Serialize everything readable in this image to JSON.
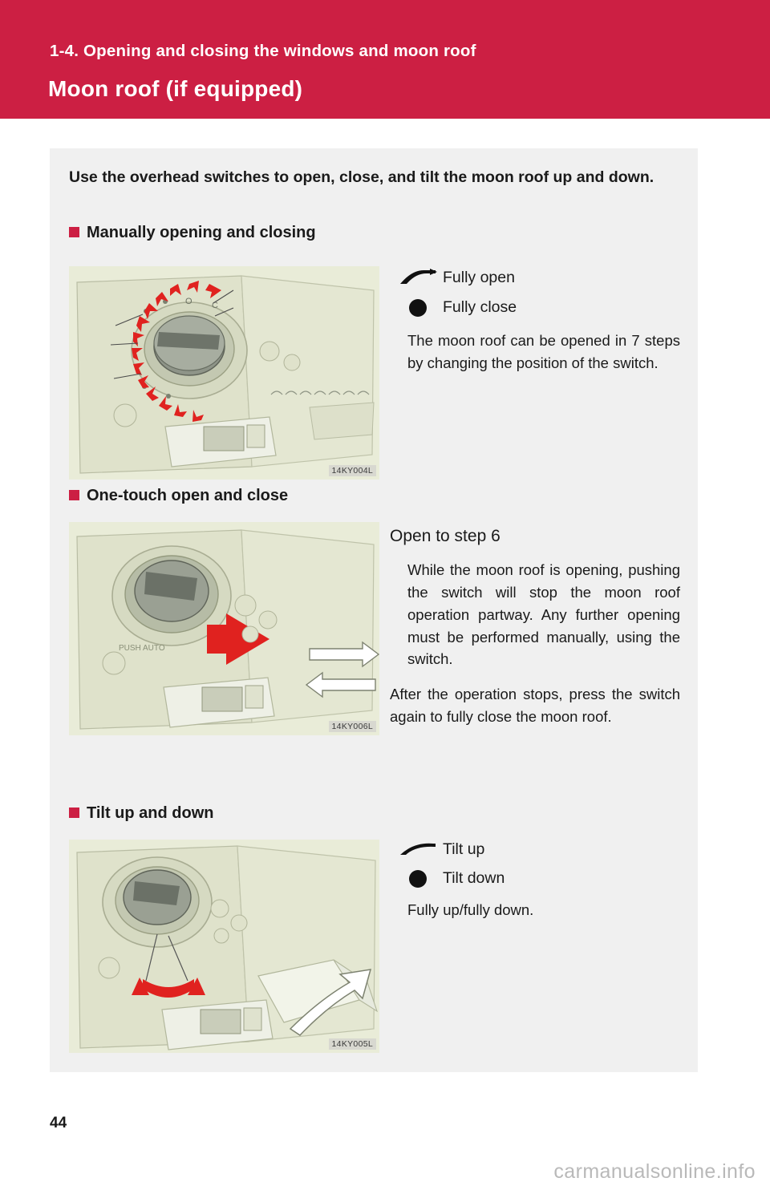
{
  "header": {
    "section": "1-4. Opening and closing the windows and moon roof",
    "title": "Moon roof (if equipped)",
    "background_color": "#cc1f43"
  },
  "intro": "Use the overhead switches to open, close, and tilt the moon roof up and down.",
  "sections": [
    {
      "heading": "Manually opening and closing",
      "image_code": "14KY004L",
      "icons": [
        {
          "icon": "roof-open-icon",
          "label": "Fully open"
        },
        {
          "icon": "filled-circle-icon",
          "label": "Fully close"
        }
      ],
      "body": "The moon roof can be opened in 7 steps by changing the position of the switch."
    },
    {
      "heading": "One-touch open and close",
      "image_code": "14KY006L",
      "lead": "Open to step 6",
      "body1": "While the moon roof is opening, pushing the switch will stop the moon roof operation partway. Any further opening must be performed manually, using the switch.",
      "body2": "After the operation stops, press the switch again to fully close the moon roof."
    },
    {
      "heading": "Tilt up and down",
      "image_code": "14KY005L",
      "icons": [
        {
          "icon": "roof-tilt-icon",
          "label": "Tilt up"
        },
        {
          "icon": "filled-circle-icon",
          "label": "Tilt down"
        }
      ],
      "body": "Fully up/fully down."
    }
  ],
  "footer": {
    "page_number": "44",
    "watermark": "carmanualsonline.info"
  }
}
